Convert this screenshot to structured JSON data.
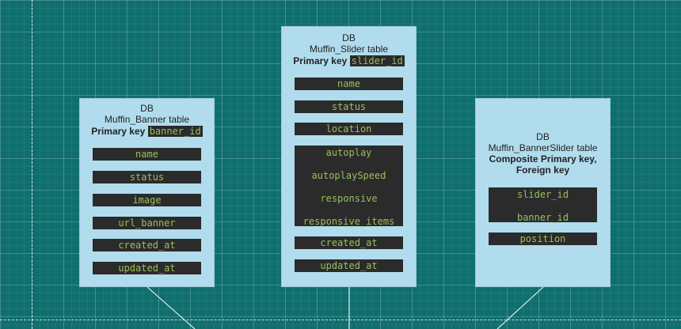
{
  "tables": {
    "banner": {
      "db": "DB",
      "name": "Muffin_Banner table",
      "pk_label": "Primary key",
      "pk_field": "banner_id",
      "fields": [
        "name",
        "status",
        "image",
        "url_banner",
        "created_at",
        "updated_at"
      ]
    },
    "slider": {
      "db": "DB",
      "name": "Muffin_Slider table",
      "pk_label": "Primary key",
      "pk_field": "slider_id",
      "fields": [
        "name",
        "status",
        "location"
      ],
      "group": [
        "autoplay",
        "autoplaySpeed",
        "responsive",
        "responsive_items"
      ],
      "fields_after": [
        "created_at",
        "updated_at"
      ]
    },
    "banner_slider": {
      "db": "DB",
      "name": "Muffin_BannerSlider table",
      "key_label_1": "Composite Primary key,",
      "key_label_2": "Foreign key",
      "key_group": [
        "slider_id",
        "banner_id"
      ],
      "fields": [
        "position"
      ]
    }
  },
  "colors": {
    "background": "#0f6f6e",
    "card": "#b1dcee",
    "field_bg": "#2b2b2b",
    "field_text": "#9bbf5e"
  }
}
